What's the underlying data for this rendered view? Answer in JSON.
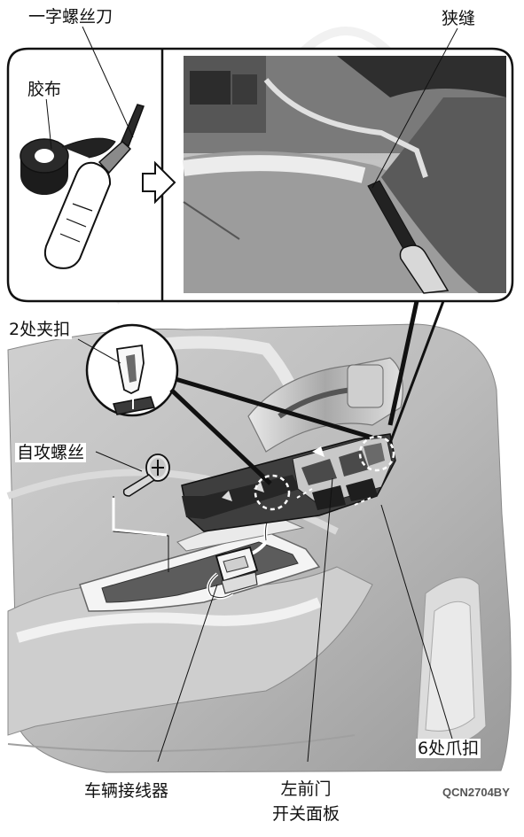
{
  "labels": {
    "screwdriver": "一字螺丝刀",
    "tape": "胶布",
    "gap": "狭缝",
    "two_clips": "2处夹扣",
    "tapping_screw": "自攻螺丝",
    "six_claws": "6处爪扣",
    "connector": "车辆接线器",
    "panel_line1": "左前门",
    "panel_line2": "开关面板"
  },
  "figure_code": "QCN2704BY",
  "colors": {
    "outline": "#111111",
    "door_light": "#e6e6e6",
    "door_mid": "#bdbdbd",
    "door_dark": "#5e5e5e",
    "photo_dark": "#3a3a3a",
    "photo_mid": "#7d7d7d",
    "photo_light": "#d4d4d4",
    "watermark": "#f3f3f3"
  }
}
